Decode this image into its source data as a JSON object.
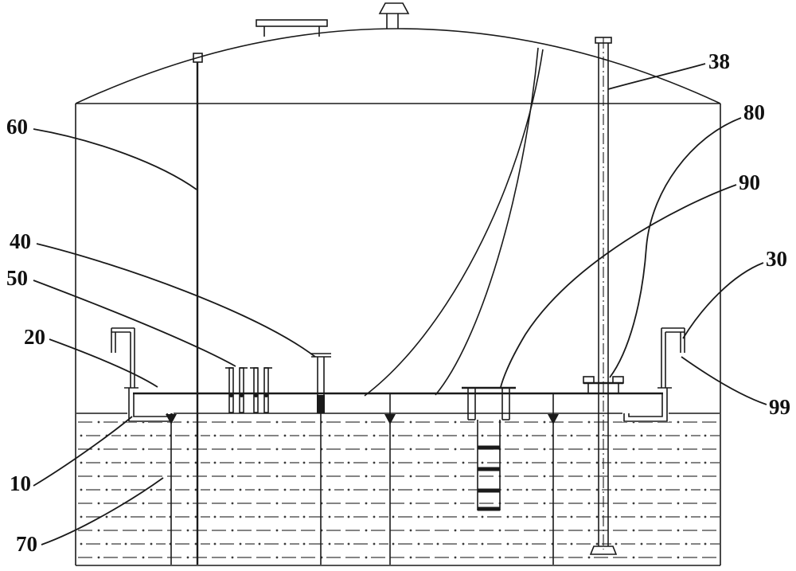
{
  "figure": {
    "kind": "technical-sectional-drawing"
  },
  "colors": {
    "line": "#1a1a1a",
    "background": "#ffffff",
    "liquid_mark": "#3a3a3a"
  },
  "labels": {
    "n38": "38",
    "n80": "80",
    "n90": "90",
    "n30": "30",
    "n99": "99",
    "n60": "60",
    "n40": "40",
    "n50": "50",
    "n20": "20",
    "n10": "10",
    "n70": "70"
  }
}
